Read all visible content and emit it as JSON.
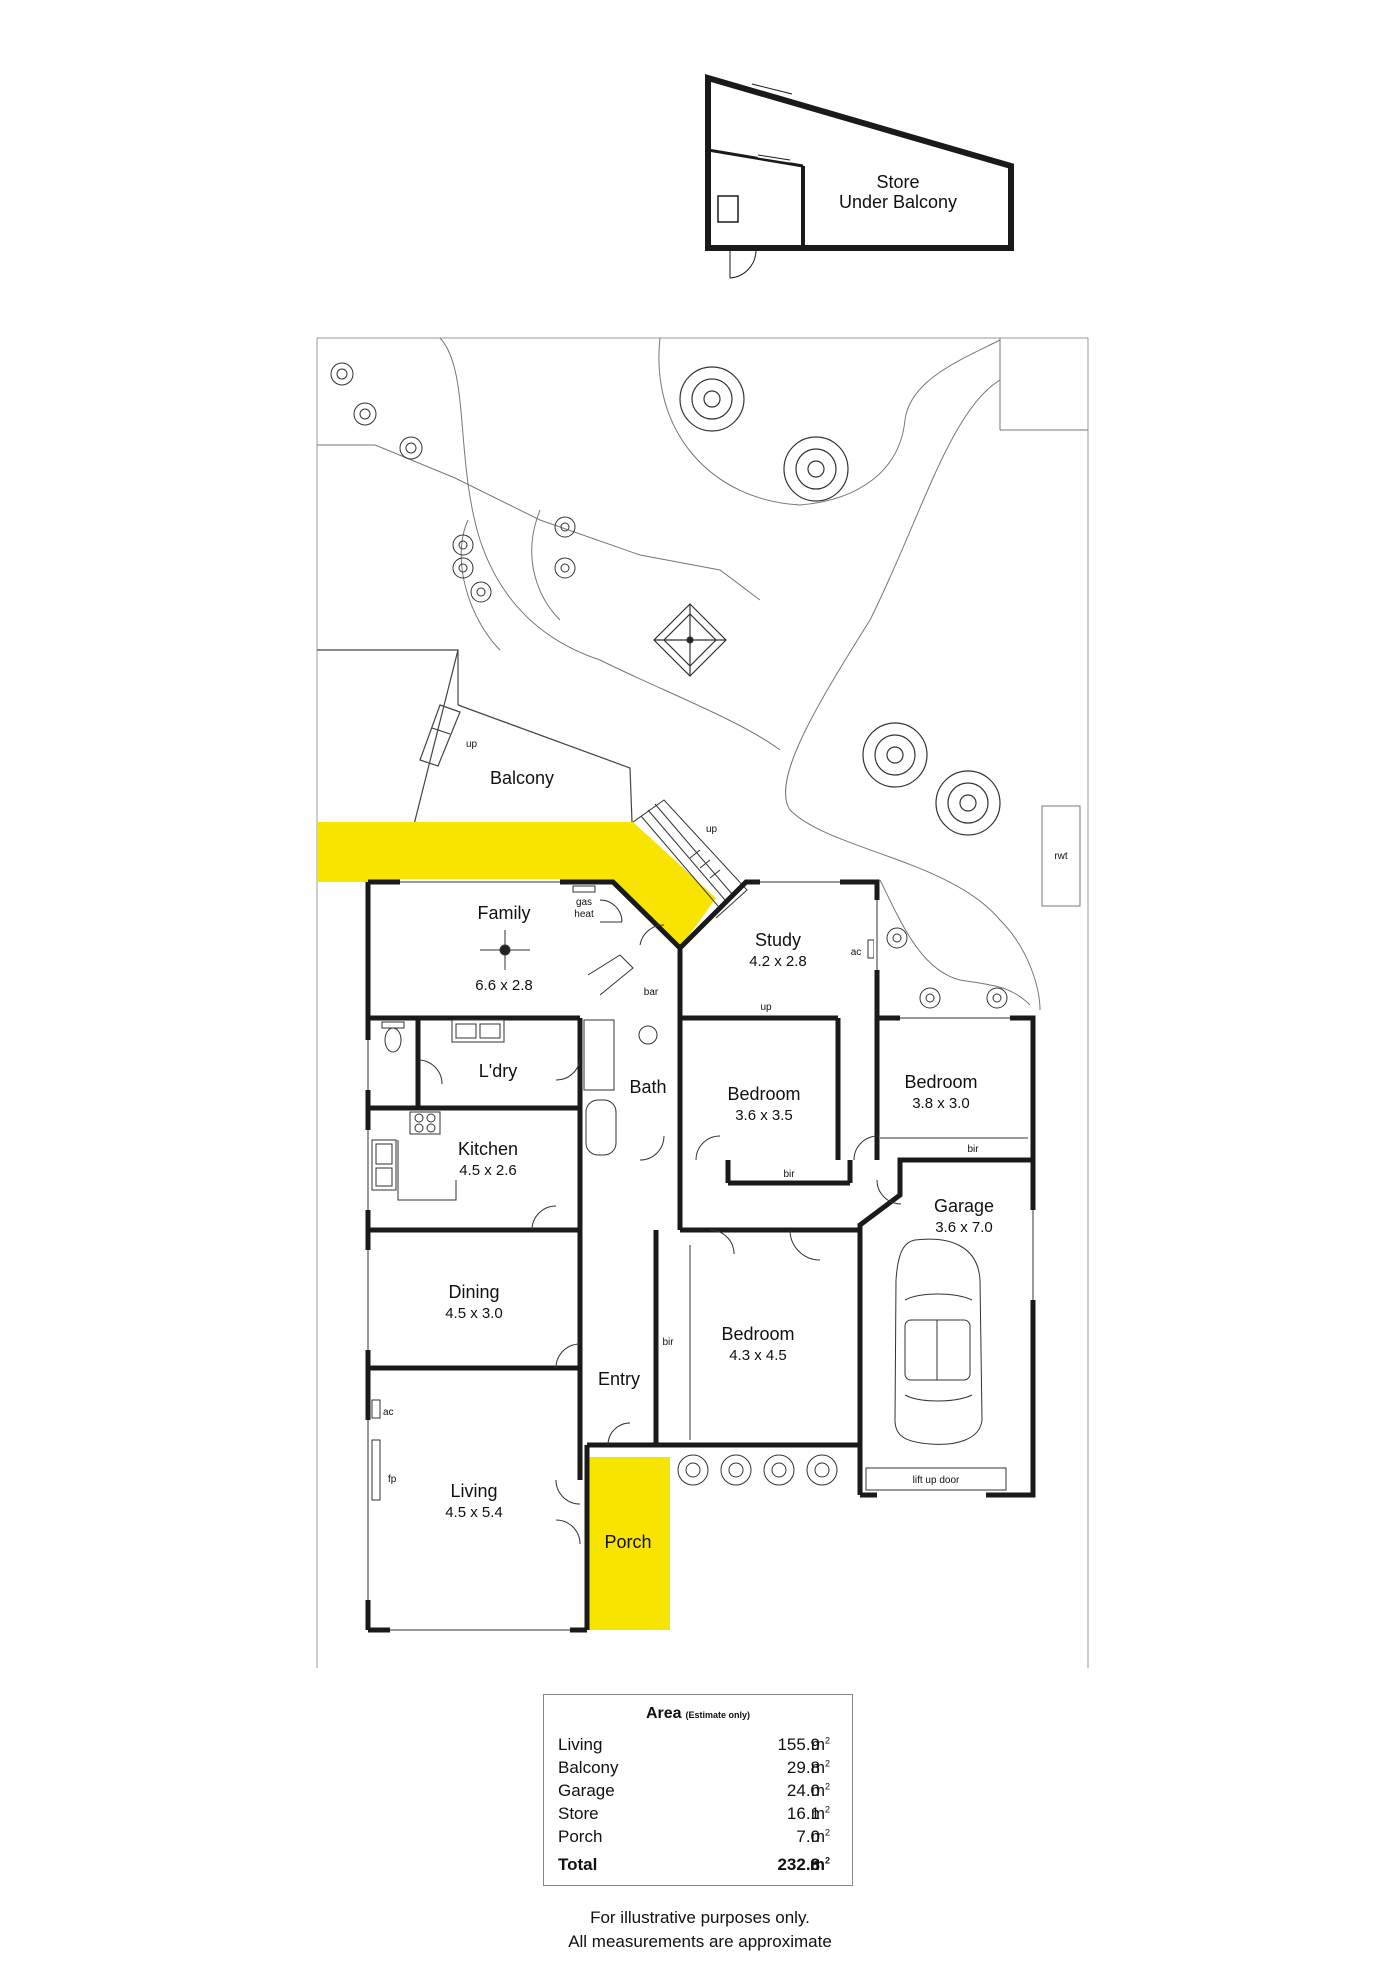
{
  "rooms": {
    "store": {
      "line1": "Store",
      "line2": "Under Balcony"
    },
    "balcony": {
      "label": "Balcony"
    },
    "family": {
      "label": "Family",
      "dims": "6.6 x 2.8"
    },
    "study": {
      "label": "Study",
      "dims": "4.2 x 2.8"
    },
    "laundry": {
      "label": "L'dry"
    },
    "bath": {
      "label": "Bath"
    },
    "bedroom_center": {
      "label": "Bedroom",
      "dims": "3.6 x 3.5"
    },
    "bedroom_right": {
      "label": "Bedroom",
      "dims": "3.8 x 3.0"
    },
    "kitchen": {
      "label": "Kitchen",
      "dims": "4.5 x 2.6"
    },
    "garage": {
      "label": "Garage",
      "dims": "3.6 x 7.0"
    },
    "dining": {
      "label": "Dining",
      "dims": "4.5 x 3.0"
    },
    "bedroom_main": {
      "label": "Bedroom",
      "dims": "4.3 x 4.5"
    },
    "entry": {
      "label": "Entry"
    },
    "living": {
      "label": "Living",
      "dims": "4.5 x 5.4"
    },
    "porch": {
      "label": "Porch"
    }
  },
  "annotations": {
    "up_balcony": "up",
    "up_stairs": "up",
    "up_study": "up",
    "gas": "gas",
    "heat": "heat",
    "bar": "bar",
    "ac_study": "ac",
    "ac_living": "ac",
    "fp": "fp",
    "rwt": "rwt",
    "bir_center": "bir",
    "bir_right": "bir",
    "bir_main": "bir",
    "lift_up_door": "lift up door"
  },
  "area_table": {
    "title": "Area",
    "subtitle": "(Estimate only)",
    "unit": "m",
    "unit_sup": "2",
    "rows": [
      {
        "name": "Living",
        "value": "155.9"
      },
      {
        "name": "Balcony",
        "value": "29.8"
      },
      {
        "name": "Garage",
        "value": "24.0"
      },
      {
        "name": "Store",
        "value": "16.1"
      },
      {
        "name": "Porch",
        "value": "7.0"
      }
    ],
    "total": {
      "name": "Total",
      "value": "232.8"
    }
  },
  "disclaimer": {
    "line1": "For illustrative purposes only.",
    "line2": "All measurements are approximate"
  },
  "colors": {
    "highlight": "#f7e500",
    "wall": "#1a1a1a",
    "thin": "#555555"
  }
}
